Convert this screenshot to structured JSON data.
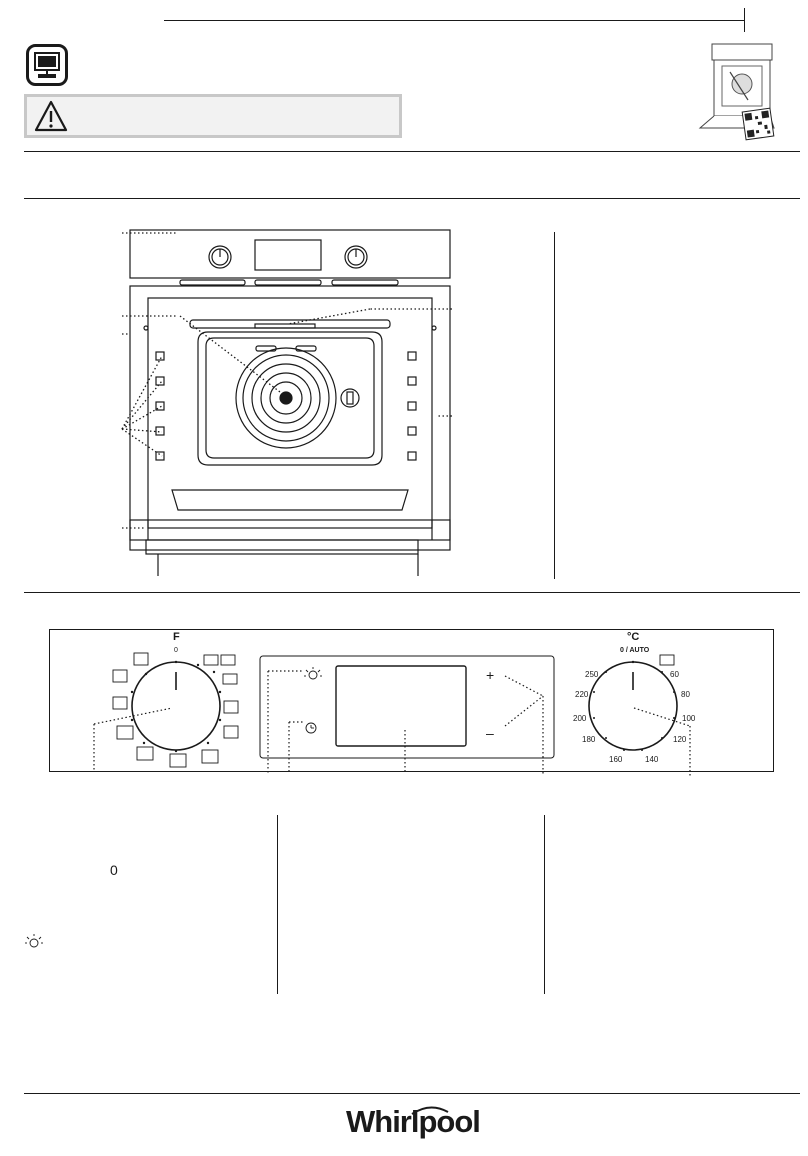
{
  "function_knob": {
    "title": "F",
    "zero": "0"
  },
  "temperature_knob": {
    "title": "°C",
    "zero": "0 / AUTO",
    "scale": [
      "250",
      "220",
      "200",
      "180",
      "160",
      "140",
      "120",
      "100",
      "80",
      "60"
    ]
  },
  "display": {
    "plus": "+",
    "minus": "–"
  },
  "functions_column": {
    "zero_symbol": "0"
  },
  "footer": {
    "brand": "Whirlpool"
  },
  "icons": {
    "monitor": "monitor-icon",
    "warning": "warning-triangle-icon",
    "light": "light-icon",
    "clock": "clock-icon",
    "qr": "qr-code-icon"
  }
}
